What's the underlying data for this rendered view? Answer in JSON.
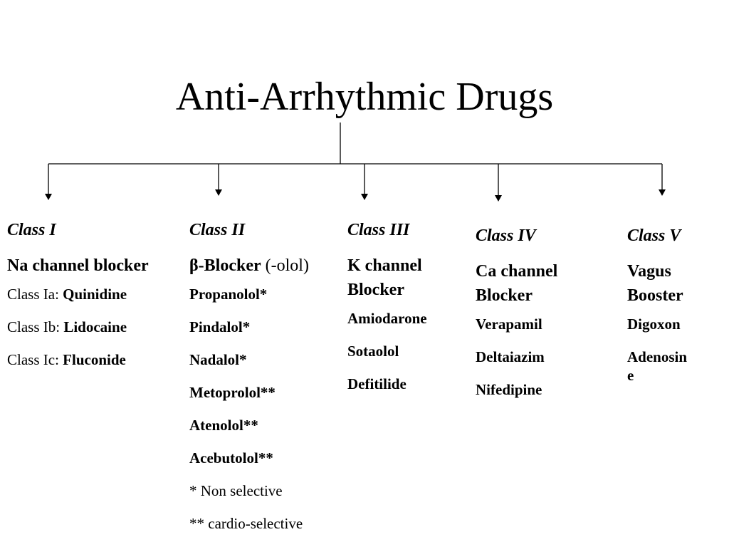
{
  "title": "Anti-Arrhythmic Drugs",
  "classes": [
    {
      "heading": "Class I",
      "subtitle": "Na channel blocker",
      "entries": [
        {
          "prefix": "Class Ia: ",
          "drug": "Quinidine"
        },
        {
          "prefix": "Class Ib: ",
          "drug": "Lidocaine"
        },
        {
          "prefix": "Class Ic: ",
          "drug": "Fluconide"
        }
      ]
    },
    {
      "heading": "Class II",
      "subtitle_bold": "β-Blocker",
      "subtitle_rest": " (-olol)",
      "drugs": [
        "Propanolol*",
        "Pindalol*",
        "Nadalol*",
        "Metoprolol**",
        "Atenolol**",
        "Acebutolol**"
      ],
      "notes": [
        "* Non selective",
        "** cardio-selective"
      ]
    },
    {
      "heading": "Class III",
      "subtitle_line1": "K channel",
      "subtitle_line2": "Blocker",
      "drugs": [
        "Amiodarone",
        "Sotaolol",
        "Defitilide"
      ]
    },
    {
      "heading": "Class IV",
      "subtitle_line1": "Ca channel",
      "subtitle_line2": "Blocker",
      "drugs": [
        "Verapamil",
        "Deltaiazim",
        "Nifedipine"
      ]
    },
    {
      "heading": "Class V",
      "subtitle_line1": "Vagus",
      "subtitle_line2": "Booster",
      "drugs": [
        "Digoxon",
        "Adenosin",
        "e"
      ]
    }
  ]
}
